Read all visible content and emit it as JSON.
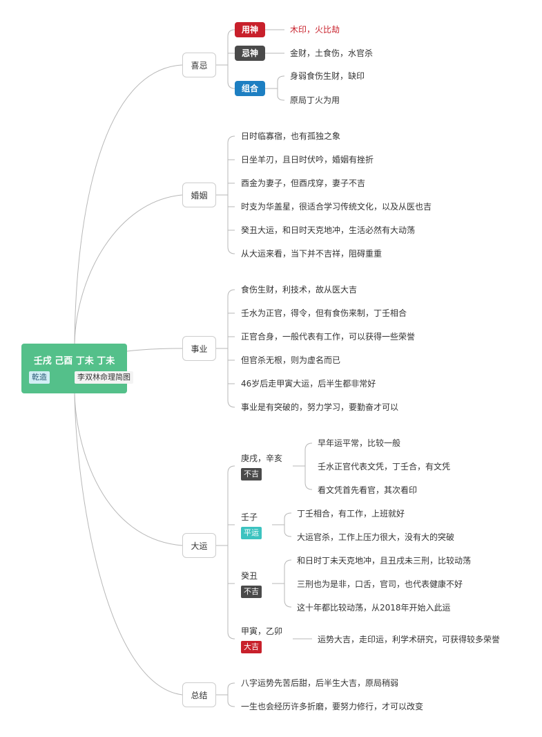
{
  "root": {
    "title": "壬戌 己酉 丁未 丁未",
    "tag1": "乾造",
    "tag2": "李双林命理简图"
  },
  "colors": {
    "root_bg": "#54c08a",
    "red": "#c8202b",
    "dark": "#4a4a4a",
    "blue": "#1d7fc2",
    "teal": "#3cc3c0"
  },
  "xiji": {
    "label": "喜忌",
    "yongshen": {
      "badge": "用神",
      "text": "木印，火比劫"
    },
    "jishen": {
      "badge": "忌神",
      "text": "金财，土食伤，水官杀"
    },
    "zuhe": {
      "badge": "组合",
      "items": [
        "身弱食伤生财，缺印",
        "原局丁火为用"
      ]
    }
  },
  "hunyin": {
    "label": "婚姻",
    "items": [
      "日时临寡宿，也有孤独之象",
      "日坐羊刃，且日时伏吟，婚姻有挫折",
      "酉金为妻子，但酉戌穿，妻子不吉",
      "时支为华盖星，很适合学习传统文化，以及从医也吉",
      "癸丑大运，和日时天克地冲，生活必然有大动荡",
      "从大运来看，当下并不吉祥，阻碍重重"
    ]
  },
  "shiye": {
    "label": "事业",
    "items": [
      "食伤生财，利技术，故从医大吉",
      "壬水为正官，得令，但有食伤来制，丁壬相合",
      "正官合身，一般代表有工作，可以获得一些荣誉",
      "但官杀无根，则为虚名而已",
      "46岁后走甲寅大运，后半生都非常好",
      "事业是有突破的，努力学习，要勤奋才可以"
    ]
  },
  "dayun": {
    "label": "大运",
    "periods": [
      {
        "name": "庚戌，辛亥",
        "badge": "不吉",
        "items": [
          "早年运平常，比较一般",
          "壬水正官代表文凭，丁壬合，有文凭",
          "看文凭首先看官，其次看印"
        ]
      },
      {
        "name": "壬子",
        "badge": "平运",
        "items": [
          "丁壬相合，有工作，上班就好",
          "大运官杀，工作上压力很大，没有大的突破"
        ]
      },
      {
        "name": "癸丑",
        "badge": "不吉",
        "items": [
          "和日时丁未天克地冲，且丑戌未三刑，比较动荡",
          "三刑也为是非，口舌，官司，也代表健康不好",
          "这十年都比较动荡，从2018年开始入此运"
        ]
      },
      {
        "name": "甲寅，乙卯",
        "badge": "大吉",
        "items": [
          "运势大吉，走印运，利学术研究，可获得较多荣誉"
        ]
      }
    ]
  },
  "zongjie": {
    "label": "总结",
    "items": [
      "八字运势先苦后甜，后半生大吉，原局稍弱",
      "一生也会经历许多折磨，要努力修行，才可以改变"
    ]
  }
}
